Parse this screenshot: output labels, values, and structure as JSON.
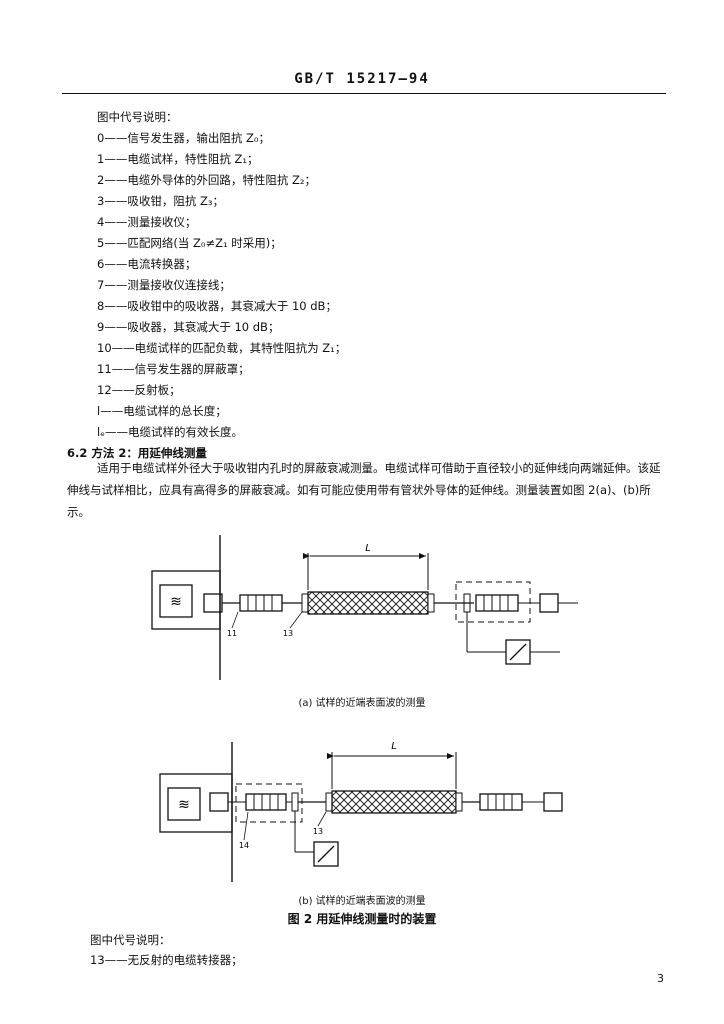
{
  "header": {
    "standard_code": "GB/T 15217—94"
  },
  "legend_top": {
    "title": "图中代号说明：",
    "items": [
      "0——信号发生器，输出阻抗 Z₀；",
      "1——电缆试样，特性阻抗 Z₁；",
      "2——电缆外导体的外回路，特性阻抗 Z₂；",
      "3——吸收钳，阻抗 Z₃；",
      "4——测量接收仪；",
      "5——匹配网络(当 Z₀≠Z₁ 时采用)；",
      "6——电流转换器；",
      "7——测量接收仪连接线；",
      "8——吸收钳中的吸收器，其衰减大于 10 dB；",
      "9——吸收器，其衰减大于 10 dB；",
      "10——电缆试样的匹配负载，其特性阻抗为 Z₁；",
      "11——信号发生器的屏蔽罩；",
      "12——反射板；",
      "l——电缆试样的总长度；",
      "lₑ——电缆试样的有效长度。"
    ]
  },
  "section": {
    "heading": "6.2  方法 2：用延伸线测量",
    "paragraph": "适用于电缆试样外径大于吸收钳内孔时的屏蔽衰减测量。电缆试样可借助于直径较小的延伸线向两端延伸。该延伸线与试样相比，应具有高得多的屏蔽衰减。如有可能应使用带有管状外导体的延伸线。测量装置如图 2(a)、(b)所示。"
  },
  "figure": {
    "a_caption": "(a) 试样的近端表面波的测量",
    "b_caption": "(b) 试样的近端表面波的测量",
    "title": "图 2  用延伸线测量时的装置",
    "dim_label": "L",
    "generator_symbol": "≋",
    "labels_a": [
      "11",
      "13"
    ],
    "labels_b": [
      "14",
      "13"
    ]
  },
  "legend_bottom": {
    "title": "图中代号说明：",
    "items": [
      "13——无反射的电缆转接器；"
    ]
  },
  "page_number": "3"
}
